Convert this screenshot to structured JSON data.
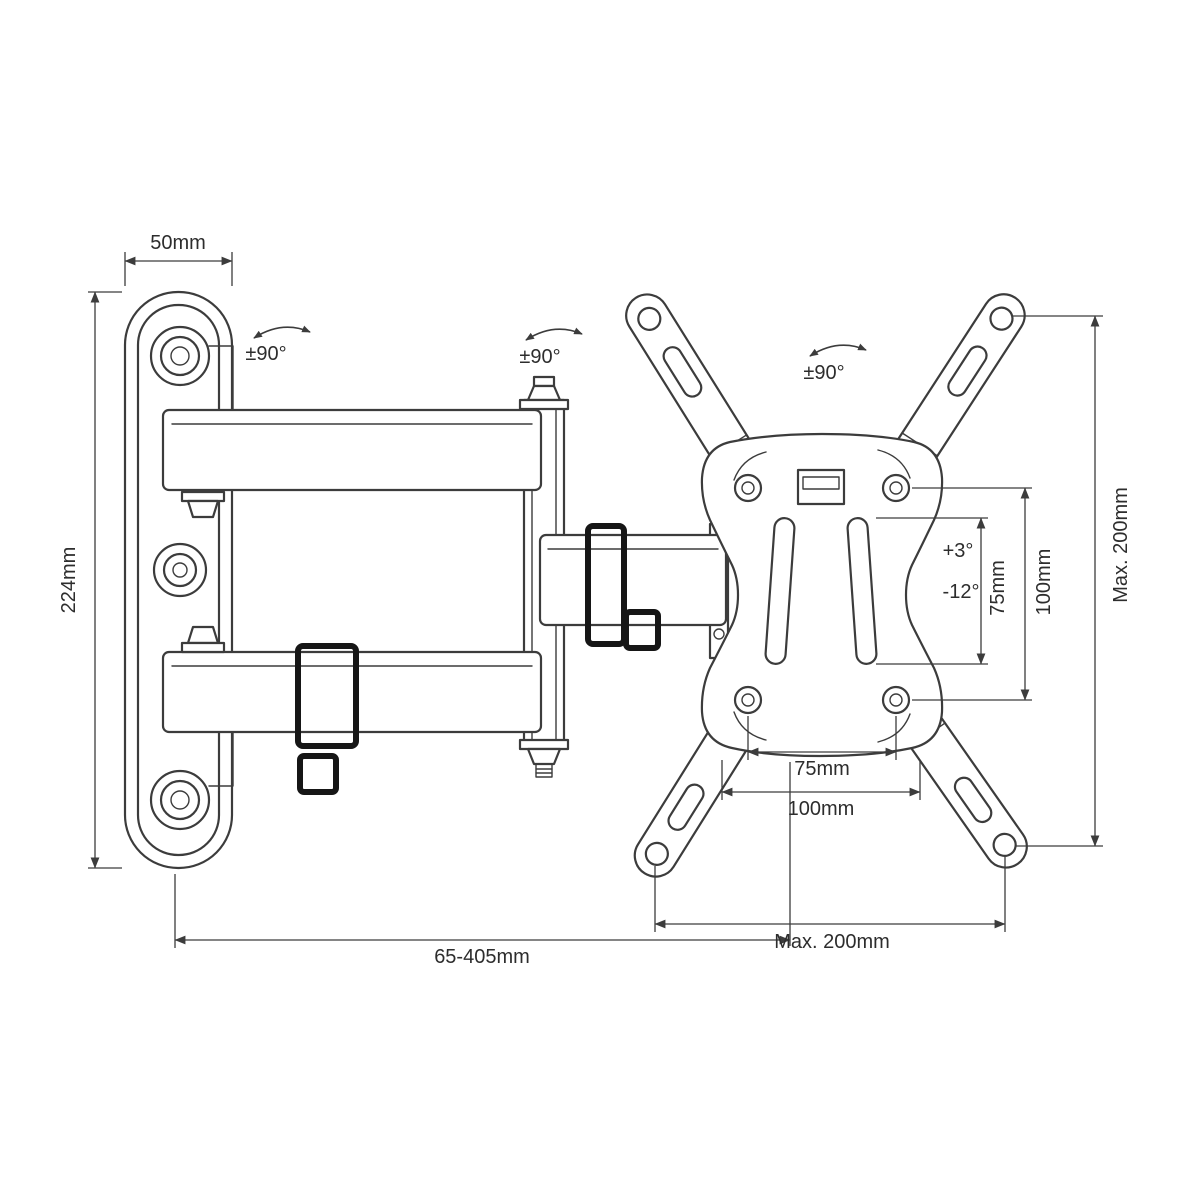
{
  "canvas": {
    "background": "#ffffff",
    "line_color": "#3c3c3c",
    "clip_color": "#161616"
  },
  "labels": {
    "plate_width": "50mm",
    "plate_height": "224mm",
    "swivel_wall": "±90°",
    "swivel_arm": "±90°",
    "swivel_head": "±90°",
    "tilt_up": "+3°",
    "tilt_down": "-12°",
    "vesa_vertical_inner": "75mm",
    "vesa_vertical_outer": "100mm",
    "max_height": "Max. 200mm",
    "vesa_horizontal_inner": "75mm",
    "vesa_horizontal_outer": "100mm",
    "arm_extension": "65-405mm",
    "max_width": "Max. 200mm"
  }
}
